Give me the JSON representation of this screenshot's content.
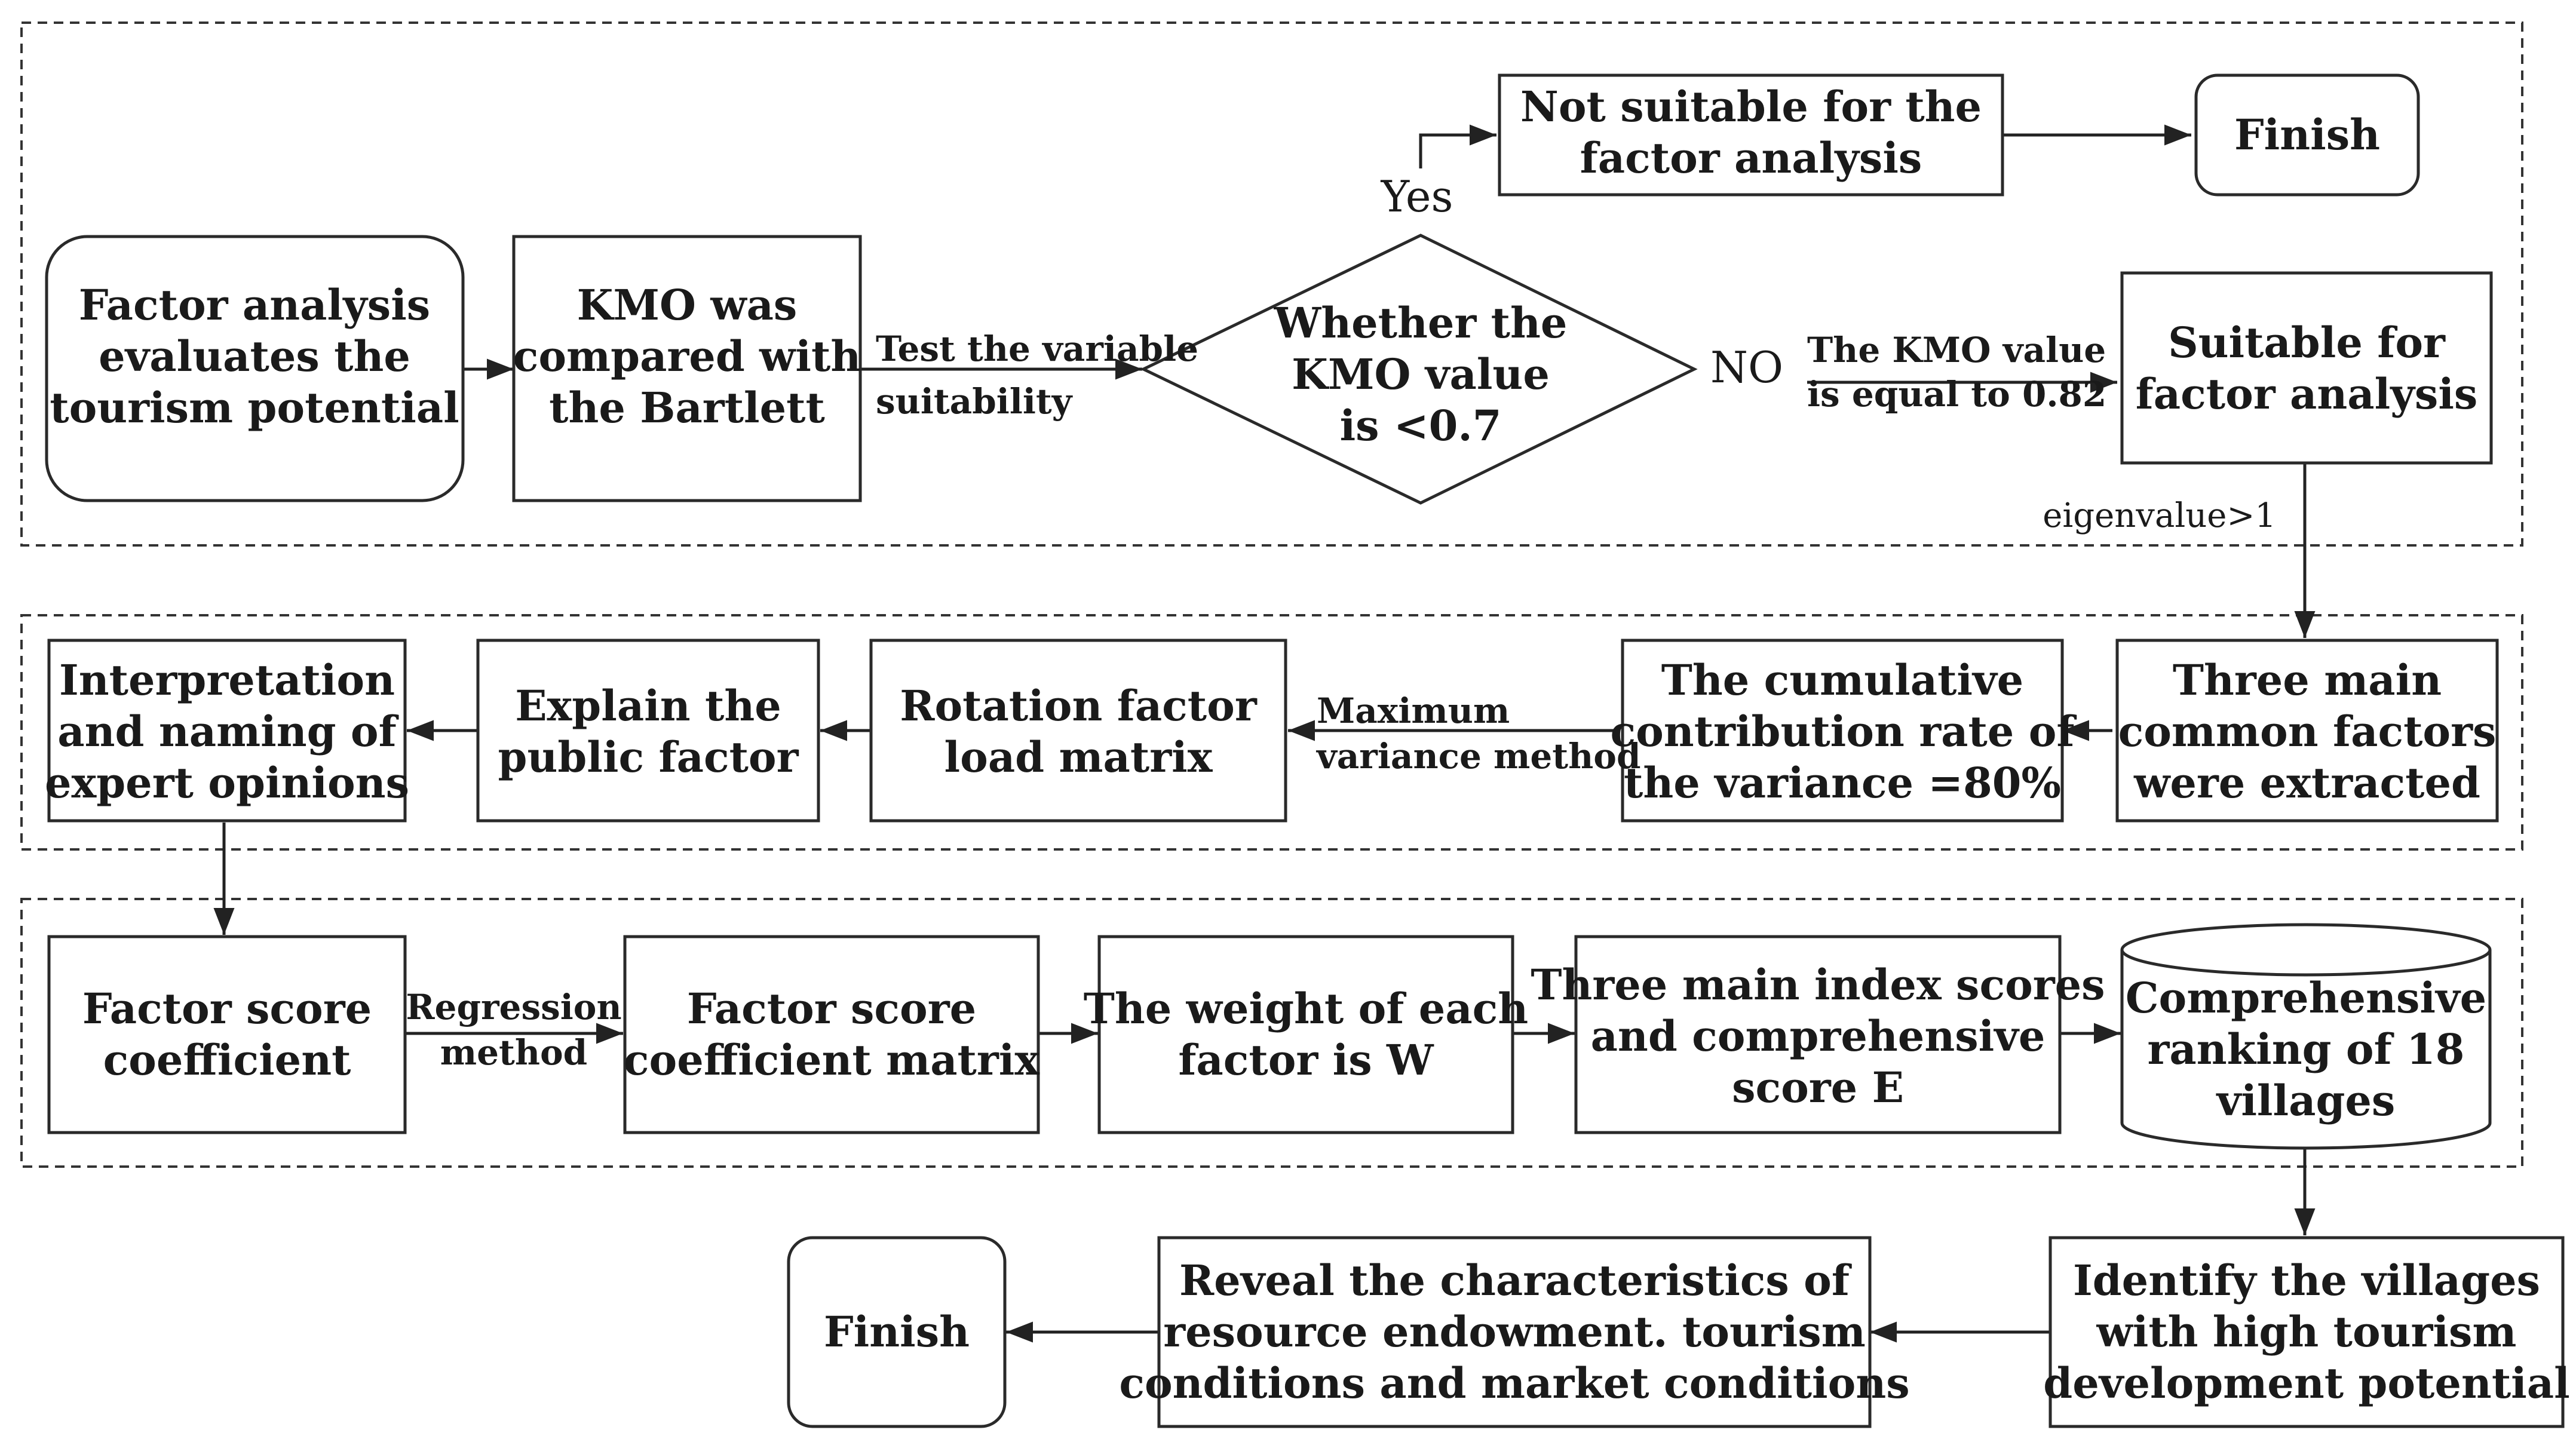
{
  "nodes": {
    "start": [
      "Factor analysis",
      "evaluates the",
      "tourism potential"
    ],
    "kmo_bartlett": [
      "KMO was",
      "compared with",
      "the Bartlett"
    ],
    "decision": [
      "Whether the",
      "KMO value",
      "is <0.7"
    ],
    "not_suitable": [
      "Not suitable for the",
      "factor analysis"
    ],
    "finish_top": [
      "Finish"
    ],
    "suitable": [
      "Suitable for",
      "factor analysis"
    ],
    "three_factors": [
      "Three main",
      "common factors",
      "were extracted"
    ],
    "cumulative": [
      "The cumulative",
      "contribution rate of",
      "the variance =80%"
    ],
    "rotation": [
      "Rotation factor",
      "load matrix"
    ],
    "explain": [
      "Explain the",
      "public factor"
    ],
    "interpretation": [
      "Interpretation",
      "and naming of",
      "expert opinions"
    ],
    "fs_coefficient": [
      "Factor score",
      "coefficient"
    ],
    "fs_matrix": [
      "Factor score",
      "coefficient matrix"
    ],
    "weight": [
      "The weight of each",
      "factor is W"
    ],
    "index_scores": [
      "Three main index scores",
      "and comprehensive",
      "score E"
    ],
    "ranking": [
      "Comprehensive",
      "ranking of 18",
      "villages"
    ],
    "identify": [
      "Identify the villages",
      "with high tourism",
      "development potential"
    ],
    "reveal": [
      "Reveal the characteristics of",
      "resource endowment. tourism",
      "conditions and market conditions"
    ],
    "finish_bottom": [
      "Finish"
    ]
  },
  "edge_labels": {
    "test_suitability": [
      "Test the variable",
      "suitability"
    ],
    "yes": "Yes",
    "no": "NO",
    "kmo_equal": [
      "The KMO value",
      "is equal to 0.82"
    ],
    "eigenvalue": "eigenvalue>1",
    "max_variance": [
      "Maximum",
      "variance method"
    ],
    "regression": [
      "Regression",
      "method"
    ]
  }
}
